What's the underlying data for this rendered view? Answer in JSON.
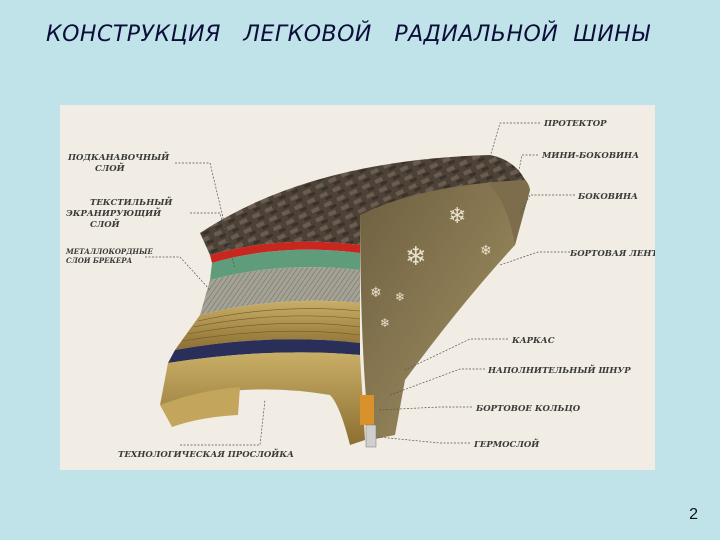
{
  "slide": {
    "title": "КОНСТРУКЦИЯ   ЛЕГКОВОЙ   РАДИАЛЬНОЙ  ШИНЫ",
    "page_number": "2"
  },
  "diagram": {
    "labels": {
      "podkanavochny": [
        "ПОДКАНАВОЧНЫЙ",
        "СЛОЙ"
      ],
      "tekstilny": [
        "ТЕКСТИЛЬНЫЙ",
        "ЭКРАНИРУЮЩИЙ",
        "СЛОЙ"
      ],
      "metallokord": [
        "МЕТАЛЛОКОРДНЫЕ",
        "СЛОИ БРЕКЕРА"
      ],
      "tekhnologicheskaya": "ТЕХНОЛОГИЧЕСКАЯ ПРОСЛОЙКА",
      "protektor": "ПРОТЕКТОР",
      "mini_bokovina": "МИНИ-БОКОВИНА",
      "bokovina": "БОКОВИНА",
      "bortovaya_lenta": "БОРТОВАЯ ЛЕНТА",
      "karkas": "КАРКАС",
      "napolnitelny": "НАПОЛНИТЕЛЬНЫЙ ШНУР",
      "bortovoe_koltso": "БОРТОВОЕ КОЛЬЦО",
      "germosloy": "ГЕРМОСЛОЙ"
    },
    "colors": {
      "background": "#bfe3e8",
      "tread": "#4a3f35",
      "red_layer": "#c8261e",
      "green_layer": "#5f9c7c",
      "steel_layer": "#9a9a8c",
      "cord": "#b59a55",
      "blue_layer": "#2a2f5a",
      "sidewall": "#8a7a5a"
    }
  }
}
